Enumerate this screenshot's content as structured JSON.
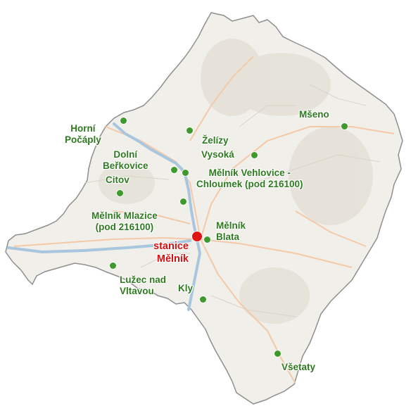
{
  "colors": {
    "station": "#3f9a2e",
    "station_label": "#2f7a20",
    "main_station": "#e11414",
    "region_fill": "#f1efea",
    "region_outline": "#8f8f8f",
    "river": "#a9c6df",
    "roads": "#f4c9a8"
  },
  "main_station": {
    "name": "stanice\nMělník"
  },
  "stations": [
    {
      "id": "horni-pocaply",
      "name": "Horní\nPočáply"
    },
    {
      "id": "dolni-berkovice",
      "name": "Dolní\nBeřkovice"
    },
    {
      "id": "zelizy",
      "name": "Želízy"
    },
    {
      "id": "vysoka",
      "name": "Vysoká"
    },
    {
      "id": "mseno",
      "name": "Mšeno"
    },
    {
      "id": "citov",
      "name": "Citov"
    },
    {
      "id": "melnik-vehlovice",
      "name": "Mělník Vehlovice -\nChloumek (pod 216100)"
    },
    {
      "id": "melnik-mlazice",
      "name": "Mělník Mlazice\n(pod 216100)"
    },
    {
      "id": "melnik-blata",
      "name": "Mělník\nBlata"
    },
    {
      "id": "luzec-nad-vltavou",
      "name": "Lužec nad\nVltavou"
    },
    {
      "id": "kly",
      "name": "Kly"
    },
    {
      "id": "vsetaty",
      "name": "Všetaty"
    }
  ]
}
